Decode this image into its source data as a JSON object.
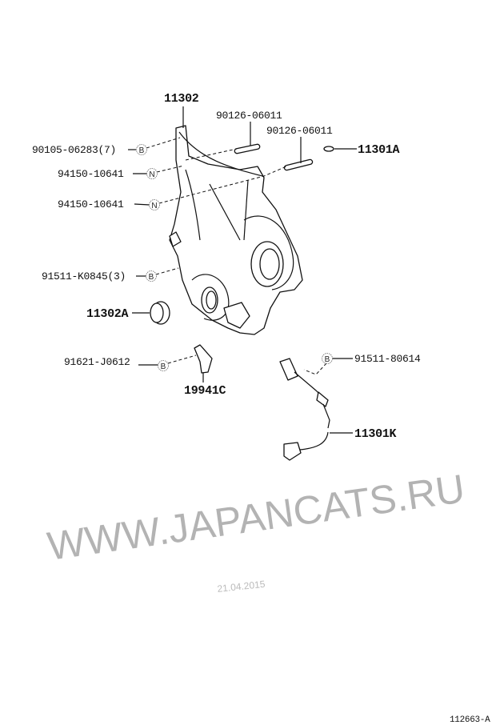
{
  "labels": {
    "p11302": "11302",
    "p90126a": "90126-06011",
    "p90126b": "90126-06011",
    "p11301A": "11301A",
    "p90105": "90105-06283(7)",
    "p94150a": "94150-10641",
    "p94150b": "94150-10641",
    "p91511K": "91511-K0845(3)",
    "p11302A": "11302A",
    "p91621": "91621-J0612",
    "p19941C": "19941C",
    "p91511": "91511-80614",
    "p11301K": "11301K"
  },
  "markers": {
    "B": "B",
    "N": "N"
  },
  "watermark": "WWW.JAPANCATS.RU",
  "date": "21.04.2015",
  "diagram_id": "112663-A"
}
